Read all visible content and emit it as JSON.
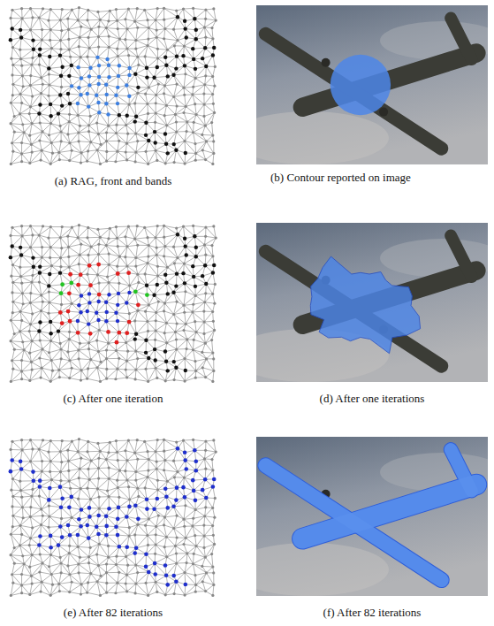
{
  "diagram": {
    "labels": [
      "(a) RAG, front and bands",
      "(b) Contour reported on image",
      "(c) After one iteration",
      "(d) After one iterations",
      "(e) After 82 iterations",
      "(f) After 82 iterations"
    ]
  }
}
